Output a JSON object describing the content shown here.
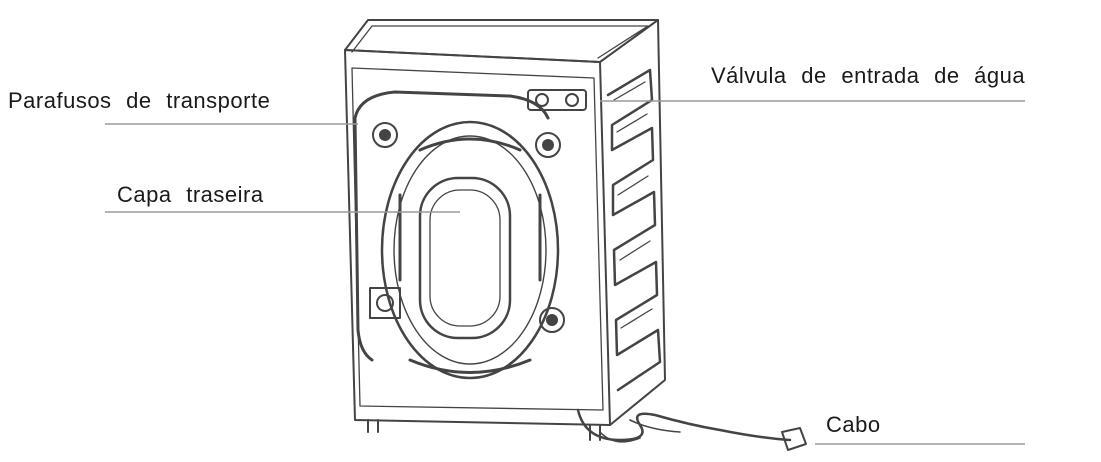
{
  "labels": {
    "transport_bolts": "Parafusos de transporte",
    "back_cover": "Capa traseira",
    "water_inlet_valve": "Válvula de entrada de água",
    "cable": "Cabo"
  },
  "colors": {
    "line": "#444444",
    "leader": "#9a9a9a",
    "text": "#1a1a1a"
  }
}
